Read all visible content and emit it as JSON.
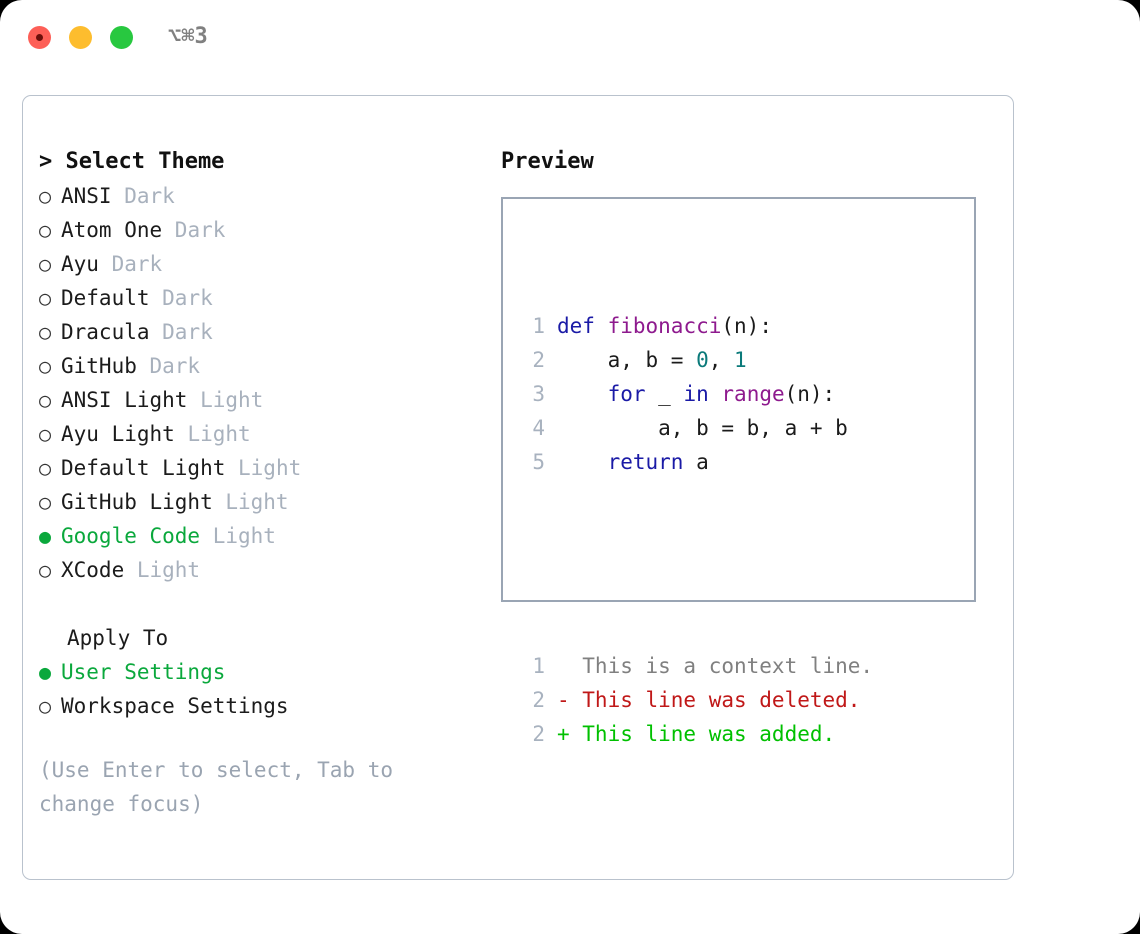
{
  "window": {
    "shortcut": "⌥⌘3",
    "traffic_lights": [
      "close-red",
      "minimize-yellow",
      "maximize-green"
    ]
  },
  "colors": {
    "selected_green": "#0aa83c",
    "muted_gray": "#a8b1bd",
    "hint_gray": "#9aa4b1",
    "panel_border": "#b9c2cd",
    "preview_border": "#9aa5b4",
    "keyword_blue": "#1a1aa6",
    "function_purple": "#8e1a8e",
    "number_teal": "#0b7a7a",
    "diff_deleted_red": "#c01818",
    "diff_added_green": "#00c000",
    "line_number_gray": "#a8b2bf"
  },
  "left": {
    "heading": "> Select Theme",
    "themes": [
      {
        "marker": "○",
        "name": "ANSI",
        "kind": "Dark",
        "selected": false
      },
      {
        "marker": "○",
        "name": "Atom One",
        "kind": "Dark",
        "selected": false
      },
      {
        "marker": "○",
        "name": "Ayu",
        "kind": "Dark",
        "selected": false
      },
      {
        "marker": "○",
        "name": "Default",
        "kind": "Dark",
        "selected": false
      },
      {
        "marker": "○",
        "name": "Dracula",
        "kind": "Dark",
        "selected": false
      },
      {
        "marker": "○",
        "name": "GitHub",
        "kind": "Dark",
        "selected": false
      },
      {
        "marker": "○",
        "name": "ANSI Light",
        "kind": "Light",
        "selected": false
      },
      {
        "marker": "○",
        "name": "Ayu Light",
        "kind": "Light",
        "selected": false
      },
      {
        "marker": "○",
        "name": "Default Light",
        "kind": "Light",
        "selected": false
      },
      {
        "marker": "○",
        "name": "GitHub Light",
        "kind": "Light",
        "selected": false
      },
      {
        "marker": "●",
        "name": "Google Code",
        "kind": "Light",
        "selected": true
      },
      {
        "marker": "○",
        "name": "XCode",
        "kind": "Light",
        "selected": false
      }
    ],
    "apply_to": {
      "heading": "Apply To",
      "options": [
        {
          "marker": "●",
          "name": "User Settings",
          "selected": true
        },
        {
          "marker": "○",
          "name": "Workspace Settings",
          "selected": false
        }
      ]
    },
    "hint": "(Use Enter to select, Tab to change focus)"
  },
  "right": {
    "heading": "Preview",
    "code_lines": [
      {
        "ln": "1",
        "tokens": [
          {
            "t": "def",
            "c": "kw"
          },
          {
            "t": " ",
            "c": "pl"
          },
          {
            "t": "fibonacci",
            "c": "fn"
          },
          {
            "t": "(n):",
            "c": "pl"
          }
        ]
      },
      {
        "ln": "2",
        "tokens": [
          {
            "t": "    a, b = ",
            "c": "pl"
          },
          {
            "t": "0",
            "c": "num"
          },
          {
            "t": ", ",
            "c": "pl"
          },
          {
            "t": "1",
            "c": "num"
          }
        ]
      },
      {
        "ln": "3",
        "tokens": [
          {
            "t": "    ",
            "c": "pl"
          },
          {
            "t": "for",
            "c": "kw"
          },
          {
            "t": " _ ",
            "c": "pl"
          },
          {
            "t": "in",
            "c": "kw"
          },
          {
            "t": " ",
            "c": "pl"
          },
          {
            "t": "range",
            "c": "fn"
          },
          {
            "t": "(n):",
            "c": "pl"
          }
        ]
      },
      {
        "ln": "4",
        "tokens": [
          {
            "t": "        a, b = b, a + b",
            "c": "pl"
          }
        ]
      },
      {
        "ln": "5",
        "tokens": [
          {
            "t": "    ",
            "c": "pl"
          },
          {
            "t": "return",
            "c": "kw"
          },
          {
            "t": " a",
            "c": "pl"
          }
        ]
      }
    ],
    "diff_lines": [
      {
        "ln": "1",
        "tokens": [
          {
            "t": "  This is a context line.",
            "c": "ctx"
          }
        ]
      },
      {
        "ln": "2",
        "tokens": [
          {
            "t": "- This line was deleted.",
            "c": "del"
          }
        ]
      },
      {
        "ln": "2",
        "tokens": [
          {
            "t": "+ This line was added.",
            "c": "add"
          }
        ]
      }
    ]
  }
}
